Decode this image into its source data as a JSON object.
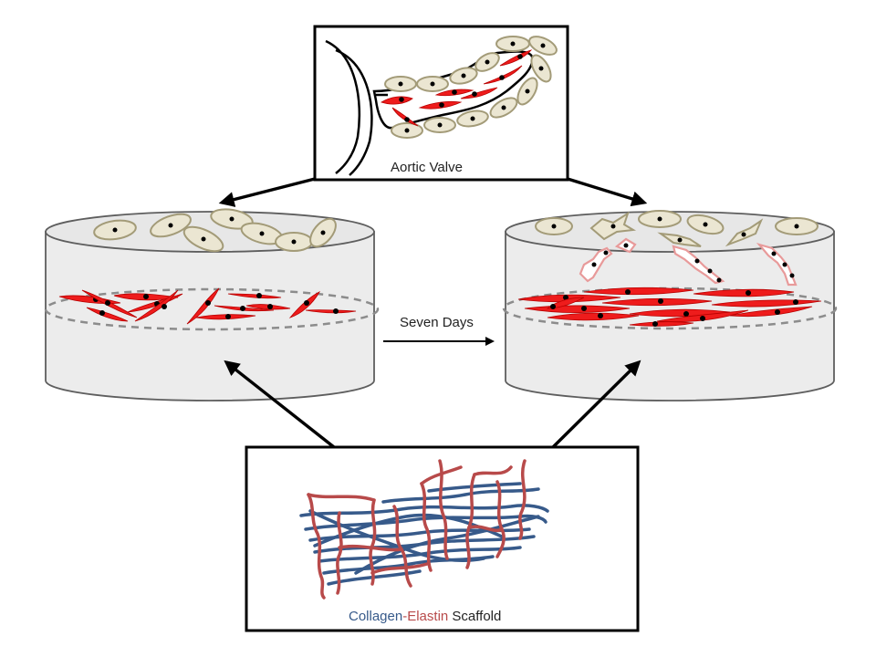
{
  "labels": {
    "aortic_valve": "Aortic Valve",
    "seven_days": "Seven Days",
    "scaffold_collagen": "Collagen",
    "scaffold_dash": "-",
    "scaffold_elastin": "Elastin",
    "scaffold_rest": " Scaffold"
  },
  "colors": {
    "collagen": "#375a8a",
    "elastin": "#b84a4a",
    "interstitial_cell": "#ee1c1c",
    "endothelial_cell": "#ebe6d2",
    "transforming_cell": "#e89a9a"
  }
}
